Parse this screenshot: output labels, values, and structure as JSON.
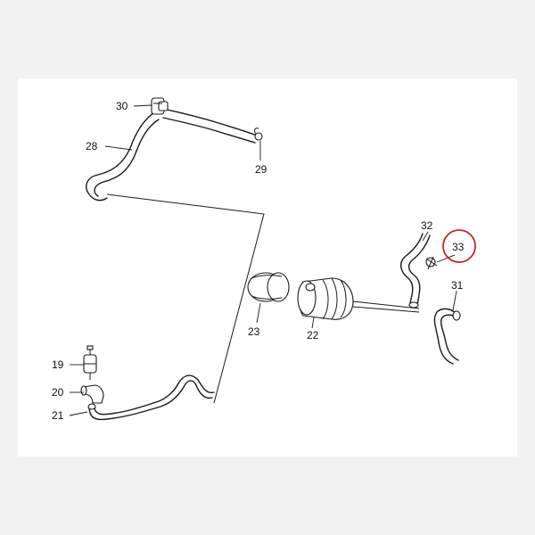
{
  "callouts": {
    "c19": "19",
    "c20": "20",
    "c21": "21",
    "c22": "22",
    "c23": "23",
    "c28": "28",
    "c29": "29",
    "c30": "30",
    "c31": "31",
    "c32": "32",
    "c33": "33"
  },
  "highlighted_callout": "33",
  "colors": {
    "background": "#f2f2f2",
    "panel": "#ffffff",
    "linework": "#1a1a1a",
    "highlight": "#c0282d"
  }
}
